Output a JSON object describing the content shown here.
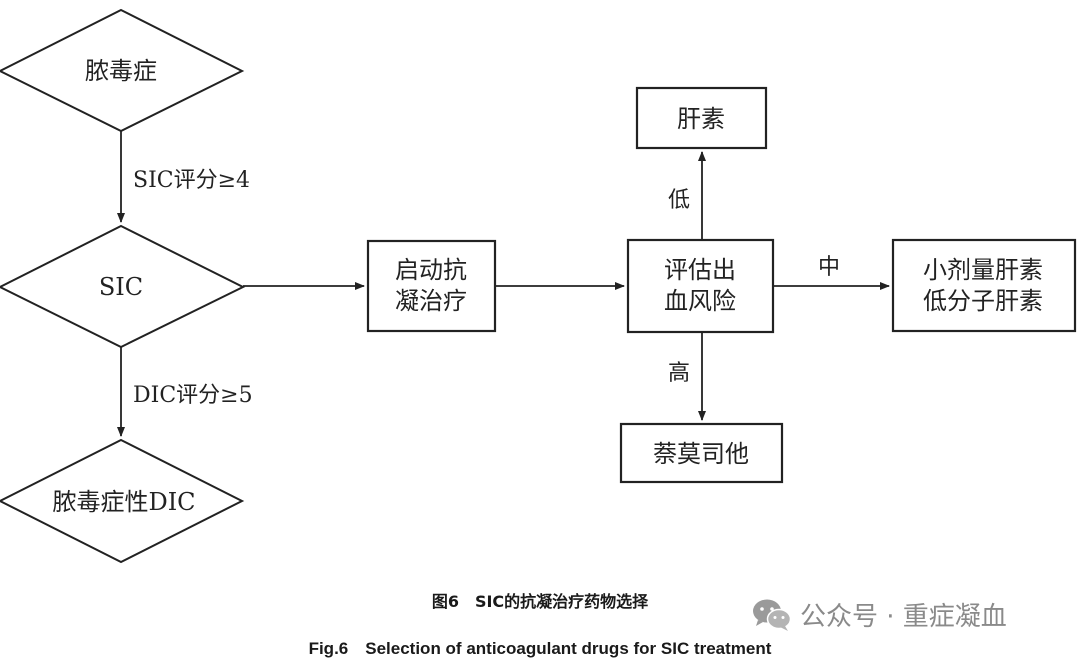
{
  "nodes": {
    "sepsis": "脓毒症",
    "sic": "SIC",
    "septic_dic": "脓毒症性DIC",
    "start_anticoag": [
      "启动抗",
      "凝治疗"
    ],
    "assess_bleeding": [
      "评估出",
      "血风险"
    ],
    "heparin": "肝素",
    "low_dose_heparin": [
      "小剂量肝素",
      "低分子肝素"
    ],
    "nafamostat": "萘莫司他"
  },
  "edges": {
    "sepsis_to_sic": "SIC评分≥4",
    "sic_to_dic": "DIC评分≥5",
    "risk_low": "低",
    "risk_medium": "中",
    "risk_high": "高"
  },
  "caption": {
    "chinese": "图6　SIC的抗凝治疗药物选择",
    "english": "Fig.6　Selection of anticoagulant drugs for SIC treatment"
  },
  "watermark": {
    "text": "公众号 · 重症凝血",
    "icon": "wechat-icon"
  }
}
